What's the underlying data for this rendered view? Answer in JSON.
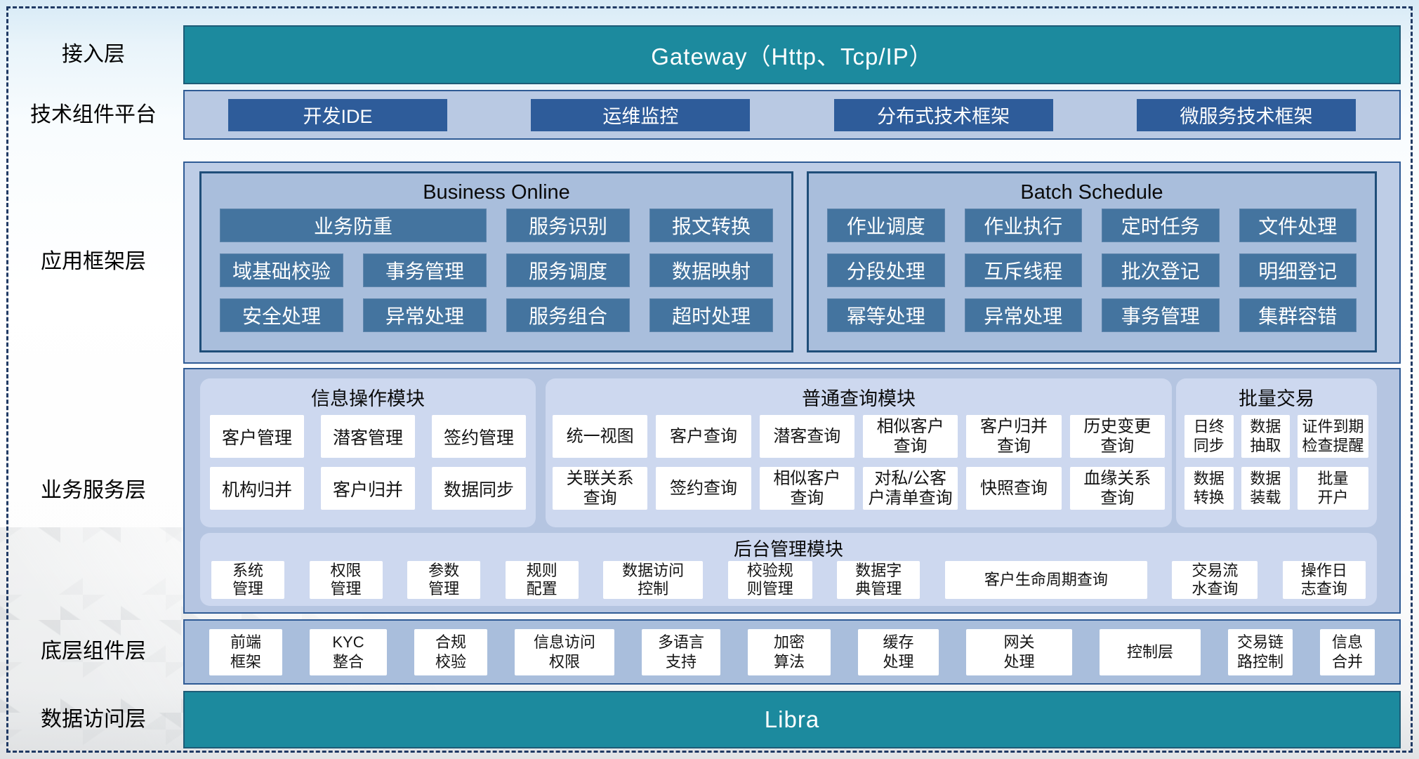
{
  "colors": {
    "teal": "#1C8A9E",
    "navy_button": "#2E5C9A",
    "steel_button": "#44749F",
    "panel_blue": "#A9BEDC",
    "container_blue": "#BECDE6",
    "subpanel_blue": "#CDD8EF",
    "border_navy": "#1F4E79"
  },
  "access": {
    "label": "接入层",
    "gateway": "Gateway（Http、Tcp/IP）"
  },
  "tech": {
    "label": "技术组件平台",
    "items": [
      "开发IDE",
      "运维监控",
      "分布式技术框架",
      "微服务技术框架"
    ]
  },
  "appframe": {
    "label": "应用框架层",
    "bo": {
      "title": "Business Online",
      "r0": [
        "业务防重",
        "服务识别",
        "报文转换"
      ],
      "r1": [
        "域基础校验",
        "事务管理",
        "服务调度",
        "数据映射"
      ],
      "r2": [
        "安全处理",
        "异常处理",
        "服务组合",
        "超时处理"
      ]
    },
    "bs": {
      "title": "Batch Schedule",
      "r0": [
        "作业调度",
        "作业执行",
        "定时任务",
        "文件处理"
      ],
      "r1": [
        "分段处理",
        "互斥线程",
        "批次登记",
        "明细登记"
      ],
      "r2": [
        "幂等处理",
        "异常处理",
        "事务管理",
        "集群容错"
      ]
    }
  },
  "service": {
    "label": "业务服务层",
    "info": {
      "title": "信息操作模块",
      "r0": [
        "客户管理",
        "潜客管理",
        "签约管理"
      ],
      "r1": [
        "机构归并",
        "客户归并",
        "数据同步"
      ]
    },
    "query": {
      "title": "普通查询模块",
      "r0": [
        "统一视图",
        "客户查询",
        "潜客查询",
        "相似客户\n查询",
        "客户归并\n查询",
        "历史变更\n查询"
      ],
      "r1": [
        "关联关系\n查询",
        "签约查询",
        "相似客户\n查询",
        "对私/公客\n户清单查询",
        "快照查询",
        "血缘关系\n查询"
      ]
    },
    "batch": {
      "title": "批量交易",
      "r0": [
        "日终\n同步",
        "数据\n抽取",
        "证件到期\n检查提醒"
      ],
      "r1": [
        "数据\n转换",
        "数据\n装载",
        "批量\n开户"
      ]
    },
    "admin": {
      "title": "后台管理模块",
      "items": [
        "系统\n管理",
        "权限\n管理",
        "参数\n管理",
        "规则\n配置",
        "数据访问\n控制",
        "校验规\n则管理",
        "数据字\n典管理",
        "客户生命周期查询",
        "交易流\n水查询",
        "操作日\n志查询"
      ]
    }
  },
  "base": {
    "label": "底层组件层",
    "items": [
      "前端\n框架",
      "KYC\n整合",
      "合规\n校验",
      "信息访问\n权限",
      "多语言\n支持",
      "加密\n算法",
      "缓存\n处理",
      "网关\n处理",
      "控制层",
      "交易链\n路控制",
      "信息\n合并"
    ]
  },
  "datalayer": {
    "label": "数据访问层",
    "name": "Libra"
  }
}
